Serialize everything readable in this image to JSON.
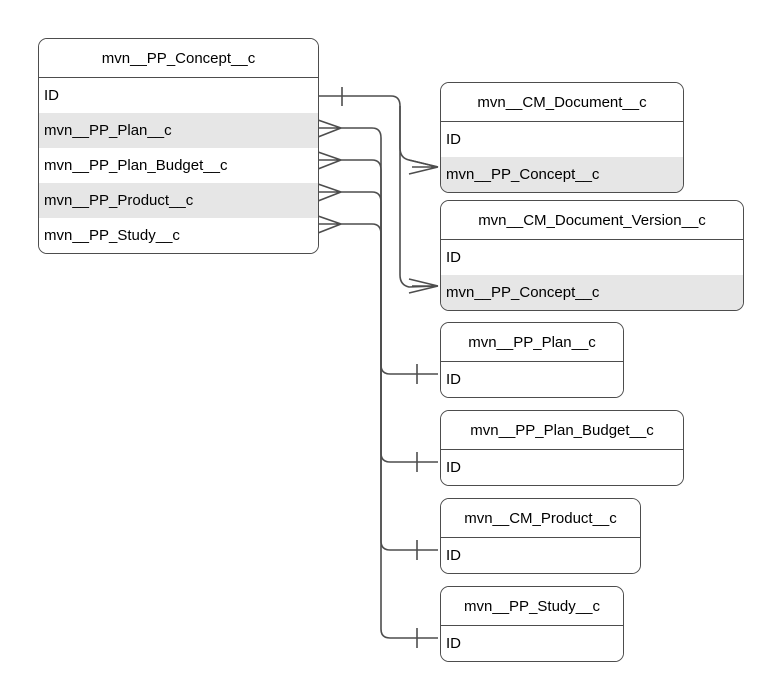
{
  "diagram": {
    "type": "entity-relationship-diagram",
    "notation": "crow's-foot",
    "colors": {
      "border": "#4d4d4d",
      "shaded_row": "#e6e6e6",
      "background": "#ffffff",
      "text": "#000000",
      "connector": "#4d4d4d"
    }
  },
  "entities": {
    "concept": {
      "name": "mvn__PP_Concept__c",
      "fields": [
        {
          "label": "ID",
          "shaded": false
        },
        {
          "label": "mvn__PP_Plan__c",
          "shaded": true
        },
        {
          "label": "mvn__PP_Plan_Budget__c",
          "shaded": false
        },
        {
          "label": "mvn__PP_Product__c",
          "shaded": true
        },
        {
          "label": "mvn__PP_Study__c",
          "shaded": false
        }
      ]
    },
    "document": {
      "name": "mvn__CM_Document__c",
      "fields": [
        {
          "label": "ID",
          "shaded": false
        },
        {
          "label": "mvn__PP_Concept__c",
          "shaded": true
        }
      ]
    },
    "document_version": {
      "name": "mvn__CM_Document_Version__c",
      "fields": [
        {
          "label": "ID",
          "shaded": false
        },
        {
          "label": "mvn__PP_Concept__c",
          "shaded": true
        }
      ]
    },
    "plan": {
      "name": "mvn__PP_Plan__c",
      "fields": [
        {
          "label": "ID",
          "shaded": false
        }
      ]
    },
    "plan_budget": {
      "name": "mvn__PP_Plan_Budget__c",
      "fields": [
        {
          "label": "ID",
          "shaded": false
        }
      ]
    },
    "product": {
      "name": "mvn__CM_Product__c",
      "fields": [
        {
          "label": "ID",
          "shaded": false
        }
      ]
    },
    "study": {
      "name": "mvn__PP_Study__c",
      "fields": [
        {
          "label": "ID",
          "shaded": false
        }
      ]
    }
  },
  "relationships": [
    {
      "from": "concept.ID",
      "to": "document.mvn__PP_Concept__c",
      "from_cardinality": "one",
      "to_cardinality": "many"
    },
    {
      "from": "concept.ID",
      "to": "document_version.mvn__PP_Concept__c",
      "from_cardinality": "one",
      "to_cardinality": "many"
    },
    {
      "from": "concept.mvn__PP_Plan__c",
      "to": "plan.ID",
      "from_cardinality": "many",
      "to_cardinality": "one"
    },
    {
      "from": "concept.mvn__PP_Plan_Budget__c",
      "to": "plan_budget.ID",
      "from_cardinality": "many",
      "to_cardinality": "one"
    },
    {
      "from": "concept.mvn__PP_Product__c",
      "to": "product.ID",
      "from_cardinality": "many",
      "to_cardinality": "one"
    },
    {
      "from": "concept.mvn__PP_Study__c",
      "to": "study.ID",
      "from_cardinality": "many",
      "to_cardinality": "one"
    }
  ]
}
